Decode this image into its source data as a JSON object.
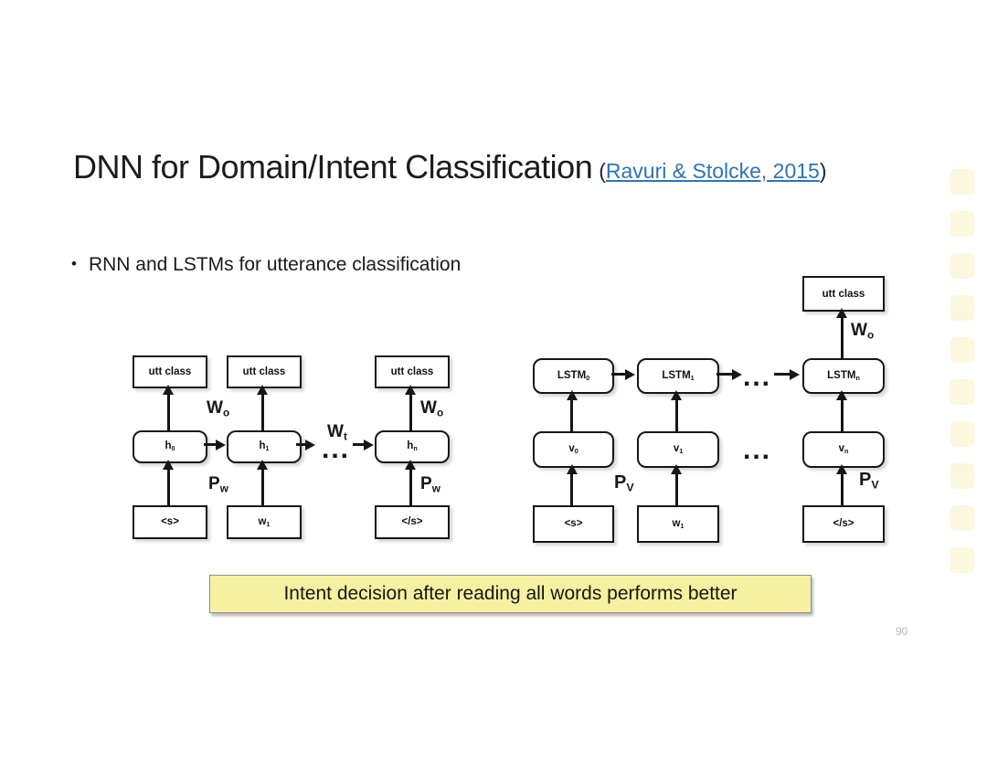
{
  "slide": {
    "title": "DNN for Domain/Intent Classification",
    "citation": {
      "open": "(",
      "link": "Ravuri & Stolcke, 2015",
      "close": ")"
    },
    "bullet_glyph": "•",
    "bullet": "RNN and LSTMs for utterance classification",
    "callout": "Intent decision after reading all words performs better",
    "page_number": "90"
  },
  "colors": {
    "link": "#2e74b5",
    "callout_bg": "#f6f1a1",
    "ink": "#161616"
  },
  "rnn": {
    "top": [
      "utt class",
      "utt class",
      "utt class"
    ],
    "hidden": [
      {
        "main": "h",
        "sub": "0"
      },
      {
        "main": "h",
        "sub": "1"
      },
      {
        "main": "h",
        "sub": "n"
      }
    ],
    "inputs": [
      {
        "main": "<s>",
        "sub": ""
      },
      {
        "main": "w",
        "sub": "1"
      },
      {
        "main": "</s>",
        "sub": ""
      }
    ],
    "labels": {
      "wo_left": {
        "main": "W",
        "sub": "o"
      },
      "wo_right": {
        "main": "W",
        "sub": "o"
      },
      "wt": {
        "main": "W",
        "sub": "t"
      },
      "pw_left": {
        "main": "P",
        "sub": "w"
      },
      "pw_right": {
        "main": "P",
        "sub": "w"
      }
    },
    "ellipsis": "..."
  },
  "lstm": {
    "top": "utt class",
    "cells": [
      {
        "main": "LSTM",
        "sub": "0"
      },
      {
        "main": "LSTM",
        "sub": "1"
      },
      {
        "main": "LSTM",
        "sub": "n"
      }
    ],
    "vectors": [
      {
        "main": "v",
        "sub": "0"
      },
      {
        "main": "v",
        "sub": "1"
      },
      {
        "main": "v",
        "sub": "n"
      }
    ],
    "inputs": [
      {
        "main": "<s>",
        "sub": ""
      },
      {
        "main": "w",
        "sub": "1"
      },
      {
        "main": "</s>",
        "sub": ""
      }
    ],
    "labels": {
      "wo": {
        "main": "W",
        "sub": "o"
      },
      "pv_left": {
        "main": "P",
        "sub": "V"
      },
      "pv_right": {
        "main": "P",
        "sub": "V"
      }
    },
    "ellipsis_cells": "...",
    "ellipsis_vectors": "..."
  }
}
